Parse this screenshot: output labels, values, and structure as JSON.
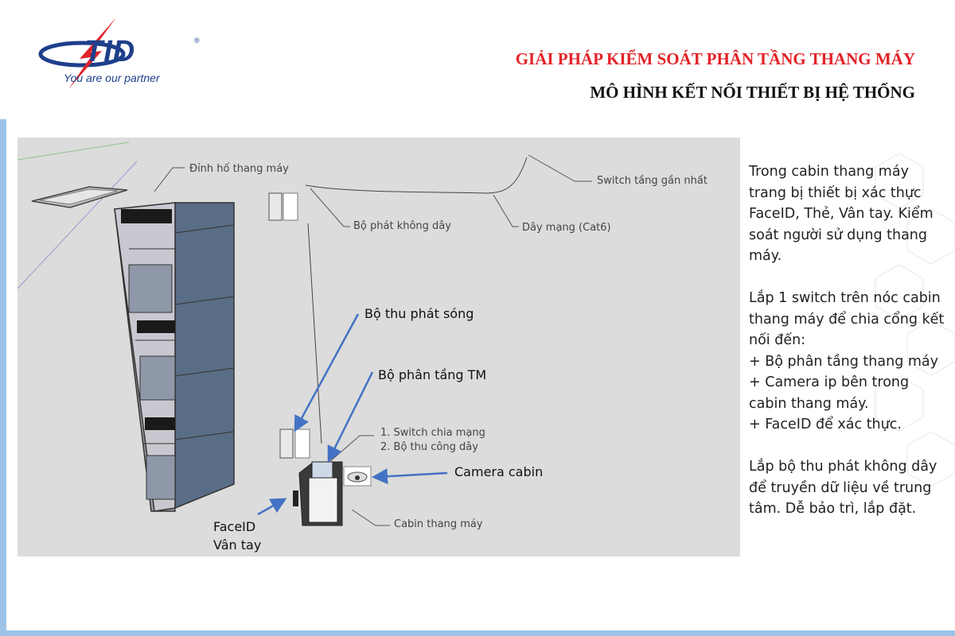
{
  "header": {
    "logo_text": "TID",
    "logo_reg": "®",
    "tagline": "You are our partner",
    "title_line1": "GIẢI PHÁP KIỂM SOÁT PHÂN TẦNG THANG MÁY",
    "title_line2": "MÔ HÌNH KẾT NỐI THIẾT BỊ HỆ THỐNG"
  },
  "diagram": {
    "labels": {
      "shaft_top": "Đỉnh hố thang máy",
      "switch_nearest": "Switch tầng gần nhất",
      "wireless_transmitter": "Bộ phát không dây",
      "network_cable": "Dây mạng (Cat6)",
      "transceiver": "Bộ thu phát sóng",
      "floor_controller": "Bộ phân tầng TM",
      "switch_split": "1. Switch chia mạng",
      "wired_receiver": "2. Bộ thu công dây",
      "camera_cabin": "Camera cabin",
      "cabin": "Cabin thang máy",
      "faceid": "FaceID",
      "fingerprint": "Vân tay"
    }
  },
  "panel": {
    "text": "Trong cabin thang máy trang bị thiết bị xác thực FaceID, Thẻ, Vân tay. Kiểm soát người sử dụng thang máy.\n\nLắp 1 switch trên nóc cabin thang máy để chia cổng kết nối đến:\n+ Bộ phân tầng thang máy\n+ Camera ip bên trong cabin thang máy.\n+ FaceID để xác thực.\n\nLắp bộ thu phát không dây để truyền dữ liệu về trung tâm. Dễ bảo trì, lắp đặt."
  },
  "colors": {
    "brand_blue": "#1e3f8a",
    "title_red": "#e22228",
    "arrow_blue": "#4472c4",
    "frame_blue": "#9cc3e6",
    "diagram_bg": "#dcdcdc"
  }
}
